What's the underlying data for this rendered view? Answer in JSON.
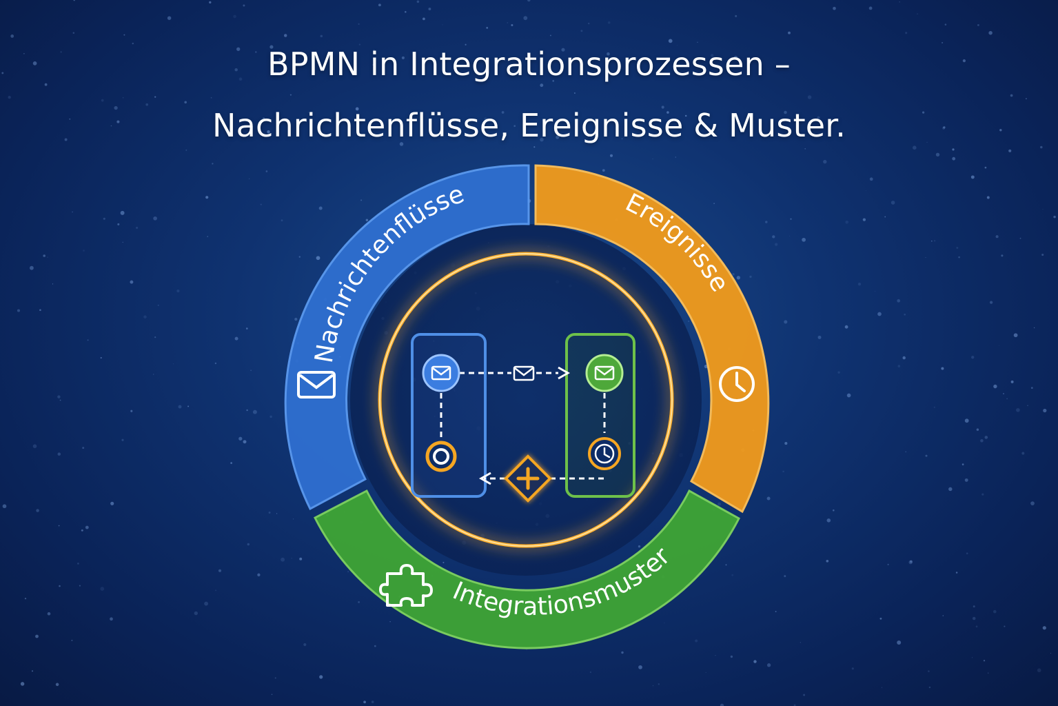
{
  "title": {
    "line1": "BPMN in Integrationsprozessen –",
    "line2": "Nachrichtenflüsse, Ereignisse & Muster."
  },
  "ring": {
    "segments": [
      {
        "label": "Nachrichtenflüsse",
        "color": "#2f6fd0",
        "icon": "envelope-icon"
      },
      {
        "label": "Ereignisse",
        "color": "#f29b1c",
        "icon": "clock-icon"
      },
      {
        "label": "Integrationsmuster",
        "color": "#3fa535",
        "icon": "puzzle-icon"
      }
    ]
  },
  "inner_diagram": {
    "left_pool_color": "#4f8fe6",
    "right_pool_color": "#6ec14a",
    "glow_color": "#ffb02e",
    "gateway_color": "#f5a623",
    "icons": [
      "message-start-event-icon",
      "message-flow-envelope-icon",
      "message-receive-event-icon",
      "intermediate-event-icon",
      "timer-event-icon",
      "parallel-gateway-icon"
    ]
  }
}
